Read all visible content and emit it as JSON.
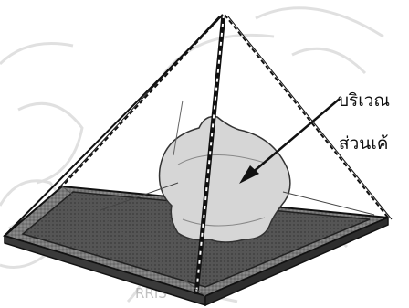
{
  "diagram": {
    "callout": {
      "line1": "บริเวณ",
      "line2": "ส่วนเค้"
    },
    "watermark": {
      "seal_text": "RRIS"
    }
  }
}
